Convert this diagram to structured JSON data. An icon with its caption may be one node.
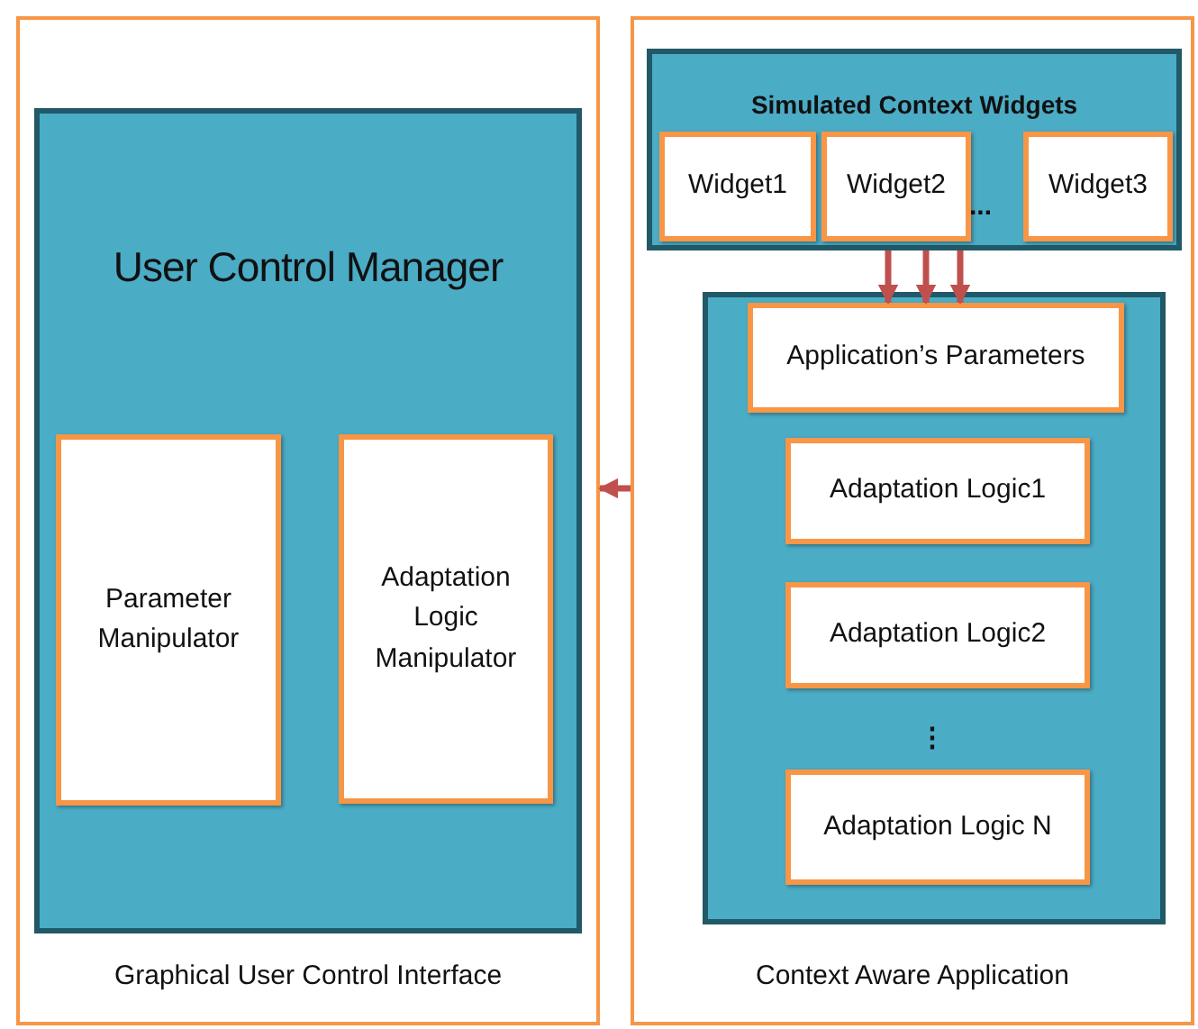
{
  "diagram": {
    "nodes": [
      {
        "text": [
          "Graphical User Control Interface"
        ]
      },
      {
        "text": [
          "User Control Manager"
        ],
        "in": 0
      },
      {
        "text": [
          "Parameter Manipulator"
        ],
        "in": 1
      },
      {
        "text": [
          "Adaptation Logic Manipulator"
        ],
        "in": 1
      },
      {
        "text": [
          "Context Aware Application"
        ]
      },
      {
        "text": [
          "Simulated Context Widgets"
        ],
        "in": 4
      },
      {
        "text": [
          "Widget1"
        ],
        "in": 5
      },
      {
        "text": [
          "Widget2"
        ],
        "in": 5
      },
      {
        "text": [
          "Widget3"
        ],
        "in": 5
      },
      {
        "text": [],
        "shape": "box",
        "in": 4
      },
      {
        "text": [
          "Application’s Parameters"
        ],
        "in": 9
      },
      {
        "text": [
          "Adaptation Logic1"
        ],
        "in": 9
      },
      {
        "text": [
          "Adaptation Logic2"
        ],
        "in": 9
      },
      {
        "text": [
          "Adaptation Logic N"
        ],
        "in": 9
      }
    ],
    "edges": [
      {
        "from": 5,
        "to": 10,
        "arrow": "to"
      },
      {
        "from": 5,
        "to": 10,
        "arrow": "to"
      },
      {
        "from": 5,
        "to": 10,
        "arrow": "to"
      },
      {
        "from": 4,
        "to": 0,
        "arrow": "to"
      }
    ],
    "labels": [
      "...",
      "⋮"
    ]
  }
}
